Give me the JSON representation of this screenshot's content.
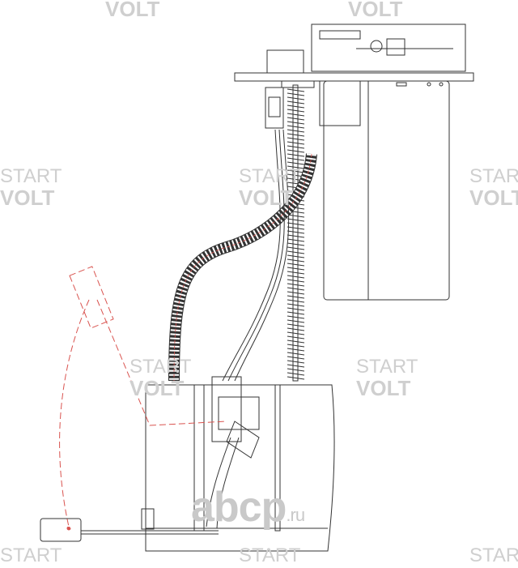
{
  "watermarks": {
    "line1": "START",
    "line2": "VOLT",
    "logo": "abcp",
    "logo_suffix": ".ru"
  },
  "colors": {
    "line": "#333333",
    "float_path": "#d9534f",
    "watermark": "#cfcfcf"
  }
}
